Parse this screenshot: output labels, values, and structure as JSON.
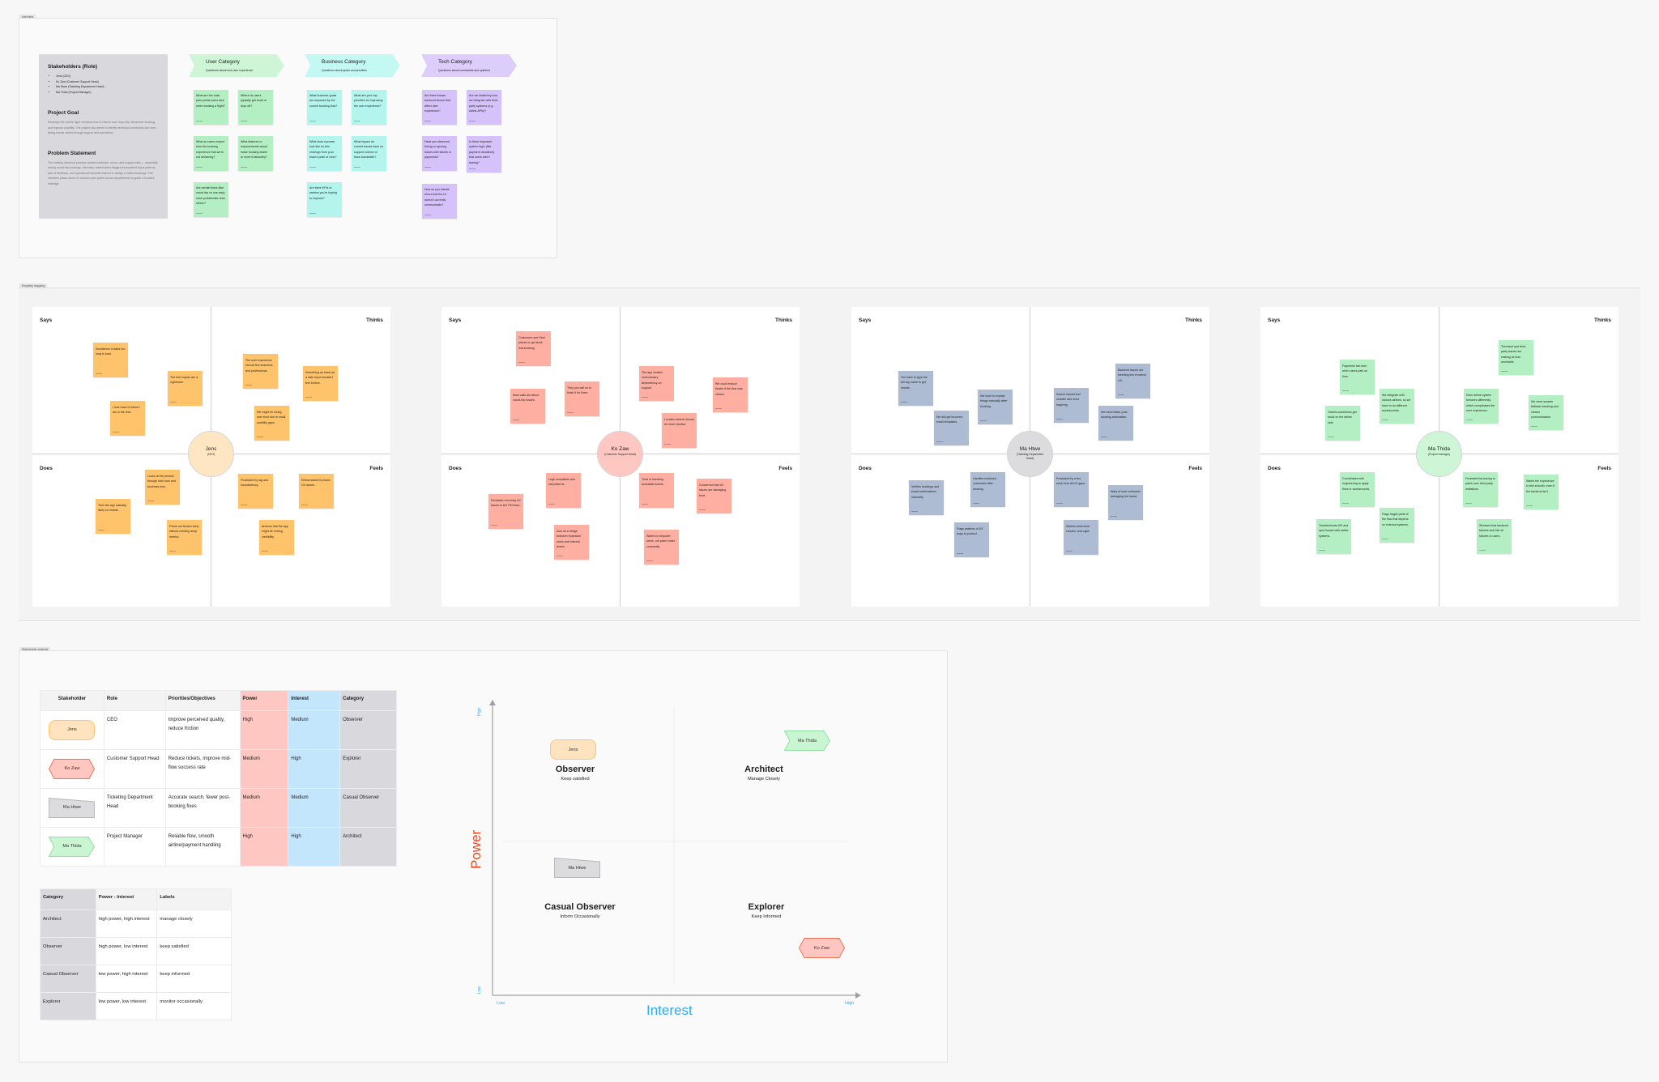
{
  "interview": {
    "frame_label": "Interview",
    "stakeholders_title": "Stakeholders (Role)",
    "stakeholders": [
      "Jens (CEO)",
      "Ko Zaw (Customer Support Head)",
      "Ma Htwe (Ticketing Department Head)",
      "Ma Thida (Project Manager)"
    ],
    "goal_title": "Project Goal",
    "goal_text": "Redesign the mobile flight checkout flow to reduce user drop-offs, streamline booking, and improve usability. The project also aimed to identify technical constraints and user-facing issues raised through support and operations.",
    "problem_title": "Problem Statement",
    "problem_text": "The existing checkout process caused confusion, errors, and support calls — especially during round-trip bookings. Internally, stakeholders flagged inconsistent input patterns, lack of feedback, and operational handoffs that led to delays or failed bookings. This interview phase aimed to uncover pain points across departments to guide a focused redesign.",
    "categories": [
      {
        "title": "User Category",
        "subtitle": "Questions about end-user experience",
        "head_color": "#cdf5d6",
        "note_color": "#b3efc2",
        "questions": [
          "What are the main pain points users face when booking a flight?",
          "Where do users typically get stuck or drop off?",
          "What do users expect from the booking experience that we're not delivering?",
          "What features or improvements would make booking easier or more trustworthy?",
          "Are certain flows (like round trip vs one-way) more problematic than others?"
        ]
      },
      {
        "title": "Business Category",
        "subtitle": "Questions about goals and priorities",
        "head_color": "#c3f8f3",
        "note_color": "#b3f5ec",
        "questions": [
          "What business goals are impacted by the current booking flow?",
          "What are your top priorities for improving the user experience?",
          "What does success look like for this redesign from your team's point of view?",
          "What impact do current issues have on support volume or team bandwidth?",
          "Are there KPIs or metrics you're hoping to improve?"
        ]
      },
      {
        "title": "Tech Category",
        "subtitle": "Questions about constraints and systems",
        "head_color": "#dccdfb",
        "note_color": "#d5c2fb",
        "questions": [
          "Are there known backend issues that affect user experience?",
          "Are we limited by how we integrate with third-party systems (e.g. airline APIs)?",
          "Have you observed timing or syncing issues with tickets or payments?",
          "Is there important system logic (like payment deadlines) that users aren't seeing?",
          "How do you handle errors that the UI doesn't currently communicate?"
        ]
      }
    ]
  },
  "empathy": {
    "frame_label": "Empathy mapping",
    "quadrant_labels": {
      "says": "Says",
      "thinks": "Thinks",
      "does": "Does",
      "feels": "Feels"
    },
    "maps": [
      {
        "name": "Jens",
        "role": "(CEO)",
        "note_color": "#ffc46b",
        "circle_color": "#ffe6c2",
        "says": [
          "Sometimes it takes too long to load.",
          "The form inputs are a nightmare.",
          "I lose track of where I am in the flow."
        ],
        "thinks": [
          "The user experience should feel seamless and professional.",
          "Something as basic as a date input shouldn't feel broken.",
          "We might be losing user trust due to small usability gaps."
        ],
        "does": [
          "Looks at the product through both user and business lens.",
          "Tries the app casually, likely on mobile.",
          "Points out friction early without needing deep metrics."
        ],
        "feels": [
          "Frustrated by lag and inconsistency.",
          "Embarrassed by basic UX issues.",
          "Anxious that the app might be hurting credibility."
        ]
      },
      {
        "name": "Ko Zaw",
        "role": "(Customer Support Head)",
        "note_color": "#ffafa2",
        "circle_color": "#ffc7c2",
        "says": [
          "Customers can't find places or get stuck mid-booking.",
          "Most calls are about round-trip issues.",
          "They just call us to finish it for them."
        ],
        "thinks": [
          "The app creates unnecessary dependency on support.",
          "We could reduce tickets if the flow was clearer.",
          "Location search should be more intuitive."
        ],
        "does": [
          "Logs complaints and call patterns.",
          "Escalates recurring UX issues to the PM team.",
          "Acts as a bridge between frustrated users and internal teams."
        ],
        "feels": [
          "Tired of handling avoidable tickets.",
          "Concerned that UX issues are damaging trust.",
          "Wants to empower users, not patch holes constantly."
        ]
      },
      {
        "name": "Ma Htwe",
        "role": "(Ticketing Department Head)",
        "note_color": "#adbcd2",
        "circle_color": "#dcdcdf",
        "says": [
          "You have to type the full city name to get results.",
          "We still get incorrect email templates.",
          "We have to explain things manually after booking."
        ],
        "thinks": [
          "Search should feel smarter and more forgiving.",
          "Backend issues are bleeding into frontend UX.",
          "We need better post-booking automation."
        ],
        "does": [
          "Verifies bookings and email confirmations manually.",
          "Handles confused customers after booking.",
          "Flags patterns of UX bugs to product."
        ],
        "feels": [
          "Frustrated by extra work from UI/UX gaps.",
          "Wary of user confusion damaging the brand.",
          "Wishes tools were smarter, less rigid."
        ]
      },
      {
        "name": "Ma Thida",
        "role": "(Project manager)",
        "note_color": "#b3efc2",
        "circle_color": "#cdf5d6",
        "says": [
          "Payments fail even when users paid on time.",
          "Tickets sometimes get stuck on the airline side.",
          "We integrate with various airlines, so we have to do different workarounds."
        ],
        "thinks": [
          "Technical and third-party issues are making us look unreliable.",
          "Each airline system behaves differently, which complicates the user experience.",
          "We need smarter fallback handling and clearer communication."
        ],
        "does": [
          "Coordinates with engineering to apply fixes or workarounds.",
          "Troubleshoots API and sync issues with airline systems.",
          "Flags fragile parts of the flow that depend on external systems."
        ],
        "feels": [
          "Frustrated by having to patch over third-party limitations.",
          "Wants the experience to feel smooth, even if the backend isn't.",
          "Stressed that backend failures look like UI failures to users."
        ]
      }
    ]
  },
  "analysis": {
    "frame_label": "Stakeholder analysis",
    "colors": {
      "power": "#ffc7c2",
      "interest": "#c4e6fd",
      "category": "#d9d8dc",
      "power_axis": "#f24822",
      "interest_axis": "#34a8f0"
    },
    "table": {
      "headers": [
        "Stakeholder",
        "Role",
        "Priorities/Objectives",
        "Power",
        "Interest",
        "Category"
      ],
      "rows": [
        {
          "stakeholder": "Jens",
          "role": "CEO",
          "priorities": "Improve perceived quality, reduce friction",
          "power": "High",
          "interest": "Medium",
          "category": "Observer"
        },
        {
          "stakeholder": "Ko Zaw",
          "role": "Customer Support Head",
          "priorities": "Reduce tickets, improve mid-flow success rate",
          "power": "Medium",
          "interest": "High",
          "category": "Explorer"
        },
        {
          "stakeholder": "Ma Htwe",
          "role": "Ticketing Department Head",
          "priorities": "Accurate search, fewer post-booking fixes",
          "power": "Medium",
          "interest": "Medium",
          "category": "Casual Observer"
        },
        {
          "stakeholder": "Ma Thida",
          "role": "Project Manager",
          "priorities": "Reliable flow, smooth airline/payment handling",
          "power": "High",
          "interest": "High",
          "category": "Architect"
        }
      ]
    },
    "category_table": {
      "headers": [
        "Category",
        "Power - Interest",
        "Labels"
      ],
      "rows": [
        [
          "Architect",
          "high power, high interest",
          "manage closely"
        ],
        [
          "Observer",
          "high power, low interest",
          "keep satisfied"
        ],
        [
          "Casual Observer",
          "low power, high interest",
          "keep informed"
        ],
        [
          "Explorer",
          "low power, low interest",
          "monitor occasionally"
        ]
      ]
    },
    "matrix": {
      "y_label": "Power",
      "x_label": "Interest",
      "y_high": "High",
      "y_low": "Low",
      "x_low": "Low",
      "x_high": "High",
      "quadrants": [
        {
          "title": "Observer",
          "subtitle": "Keep satisfied"
        },
        {
          "title": "Architect",
          "subtitle": "Manage Closely"
        },
        {
          "title": "Casual Observer",
          "subtitle": "Inform Occasionally"
        },
        {
          "title": "Explorer",
          "subtitle": "Keep Informed"
        }
      ],
      "stakeholders": [
        "Jens",
        "Ma Thida",
        "Ma Htwe",
        "Ko Zaw"
      ]
    }
  }
}
